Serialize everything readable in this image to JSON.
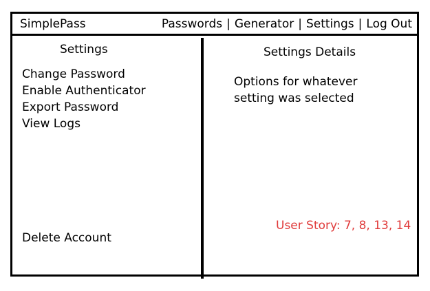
{
  "app": {
    "title": "SimplePass"
  },
  "nav": {
    "items": [
      "Passwords",
      "Generator",
      "Settings",
      "Log Out"
    ],
    "separator": "|"
  },
  "settings_panel": {
    "title": "Settings",
    "items": [
      "Change Password",
      "Enable Authenticator",
      "Export Password",
      "View Logs"
    ],
    "delete_label": "Delete Account"
  },
  "details_panel": {
    "title": "Settings Details",
    "line1": "Options for whatever",
    "line2": "setting was selected"
  },
  "annotation": {
    "text": "User Story: 7, 8, 13, 14",
    "color": "#e03a3a"
  },
  "colors": {
    "border": "#000000",
    "background": "#ffffff"
  }
}
